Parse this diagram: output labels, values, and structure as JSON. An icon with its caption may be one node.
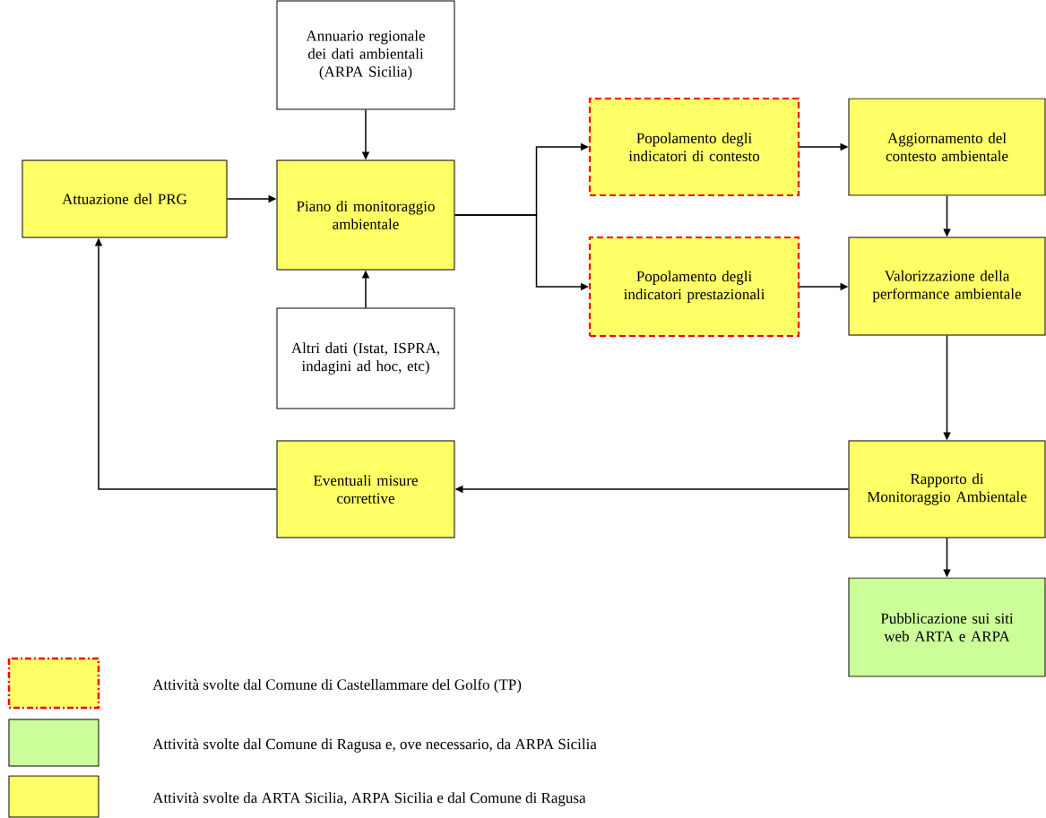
{
  "diagram": {
    "nodes": [
      {
        "text": [
          "Annuario regionale dei dati ambientali (ARPA Sicilia)"
        ]
      },
      {
        "text": [
          "Attuazione del PRG"
        ]
      },
      {
        "text": [
          "Piano di monitoraggio ambientale"
        ]
      },
      {
        "text": [
          "Popolamento degli indicatori di contesto"
        ]
      },
      {
        "text": [
          "Aggiornamento del contesto ambientale"
        ]
      },
      {
        "text": [
          "Altri dati (Istat, ISPRA, indagini ad hoc, etc)"
        ]
      },
      {
        "text": [
          "Popolamento degli indicatori prestazionali"
        ]
      },
      {
        "text": [
          "Valorizzazione della performance ambientale"
        ]
      },
      {
        "text": [
          "Eventuali misure correttive"
        ]
      },
      {
        "text": [
          "Rapporto di Monitoraggio Ambientale"
        ]
      },
      {
        "text": [
          "Pubblicazione sui siti web ARTA e ARPA"
        ]
      }
    ],
    "edges": [
      {
        "from": 0,
        "to": 2,
        "arrow": "to"
      },
      {
        "from": 5,
        "to": 2,
        "arrow": "to"
      },
      {
        "from": 1,
        "to": 2,
        "arrow": "to"
      },
      {
        "from": 2,
        "to": 3,
        "arrow": "to"
      },
      {
        "from": 2,
        "to": 6,
        "arrow": "to"
      },
      {
        "from": 3,
        "to": 4,
        "arrow": "to"
      },
      {
        "from": 6,
        "to": 7,
        "arrow": "to"
      },
      {
        "from": 4,
        "to": 7,
        "arrow": "to"
      },
      {
        "from": 7,
        "to": 9,
        "arrow": "to"
      },
      {
        "from": 9,
        "to": 8,
        "arrow": "to"
      },
      {
        "from": 8,
        "to": 1,
        "arrow": "to"
      },
      {
        "from": 9,
        "to": 10,
        "arrow": "to"
      }
    ],
    "legend": [
      {
        "text": "Attività svolte dal Comune di Castellammare del Golfo (TP)"
      },
      {
        "text": "Attività svolte dal Comune di Ragusa  e, ove necessario, da ARPA Sicilia",
        "color": "#ccff99"
      },
      {
        "text": "Attività svolte da ARTA Sicilia, ARPA Sicilia e dal Comune di Ragusa",
        "color": "#ffff66"
      }
    ]
  }
}
